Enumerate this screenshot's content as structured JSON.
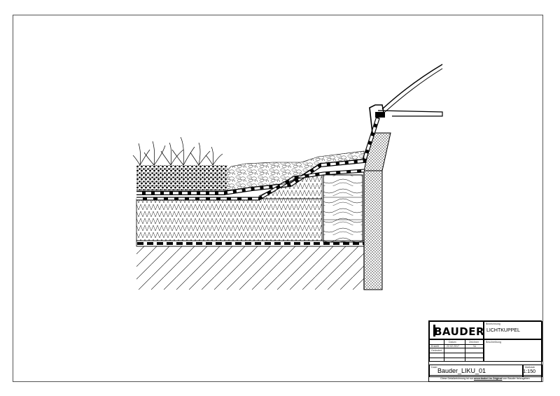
{
  "titleblock": {
    "brand": "BAUDER",
    "bezeichnung_label": "Bezeichnung",
    "bezeichnung": "LICHTKUPPEL",
    "beschreibung_label": "Beschreibung",
    "col_datum": "Datum",
    "col_zeichner": "Zeichner",
    "row_erstellt": "Erstellt",
    "row_geaendert": "Geändert",
    "erstellt_datum": "22.02.2017",
    "erstellt_zeichner": "Vo",
    "datei_label": "Datei",
    "datei": "Bauder_LIKU_01",
    "massstab_label": "Maßstab",
    "massstab": "1:150",
    "footer_prefix": "Diese Detailzeichnung ist nur ",
    "footer_emph": "unverändert im Original",
    "footer_suffix": " von Bauder freizugeben"
  },
  "colors": {
    "line": "#000000",
    "paper": "#ffffff",
    "frame": "#555555"
  }
}
